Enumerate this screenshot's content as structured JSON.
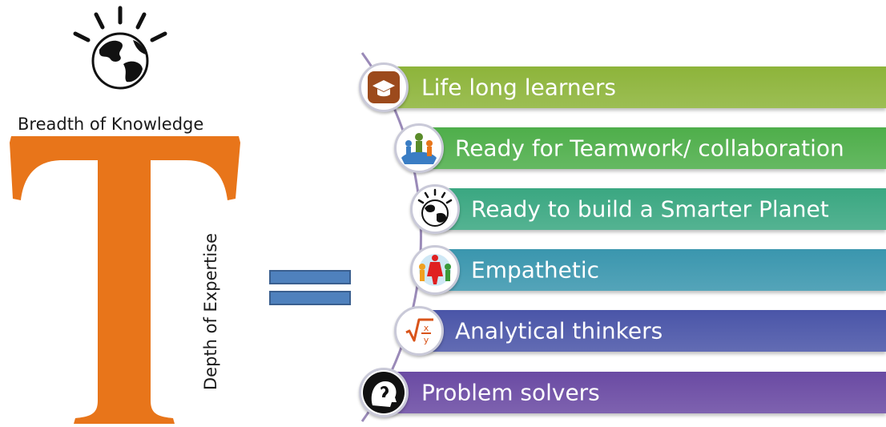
{
  "left_panel": {
    "breadth_label": "Breadth of Knowledge",
    "depth_label": "Depth of Expertise",
    "t_color": "#E8751A",
    "icon": "globe-with-rays-icon"
  },
  "equals": {
    "color": "#4F81BD",
    "icon": "equals-icon"
  },
  "items": [
    {
      "label": "Life long learners",
      "color": "#8DB43A",
      "icon": "graduation-cap-icon"
    },
    {
      "label": "Ready for Teamwork/ collaboration",
      "color": "#4EAE4A",
      "icon": "teamwork-people-icon"
    },
    {
      "label": "Ready to build a Smarter Planet",
      "color": "#3AA781",
      "icon": "smarter-planet-globe-icon"
    },
    {
      "label": "Empathetic",
      "color": "#3A96AE",
      "icon": "hands-around-globe-icon"
    },
    {
      "label": "Analytical thinkers",
      "color": "#4A55A8",
      "icon": "square-root-icon"
    },
    {
      "label": "Problem solvers",
      "color": "#6A4AA3",
      "icon": "head-with-idea-icon"
    }
  ]
}
